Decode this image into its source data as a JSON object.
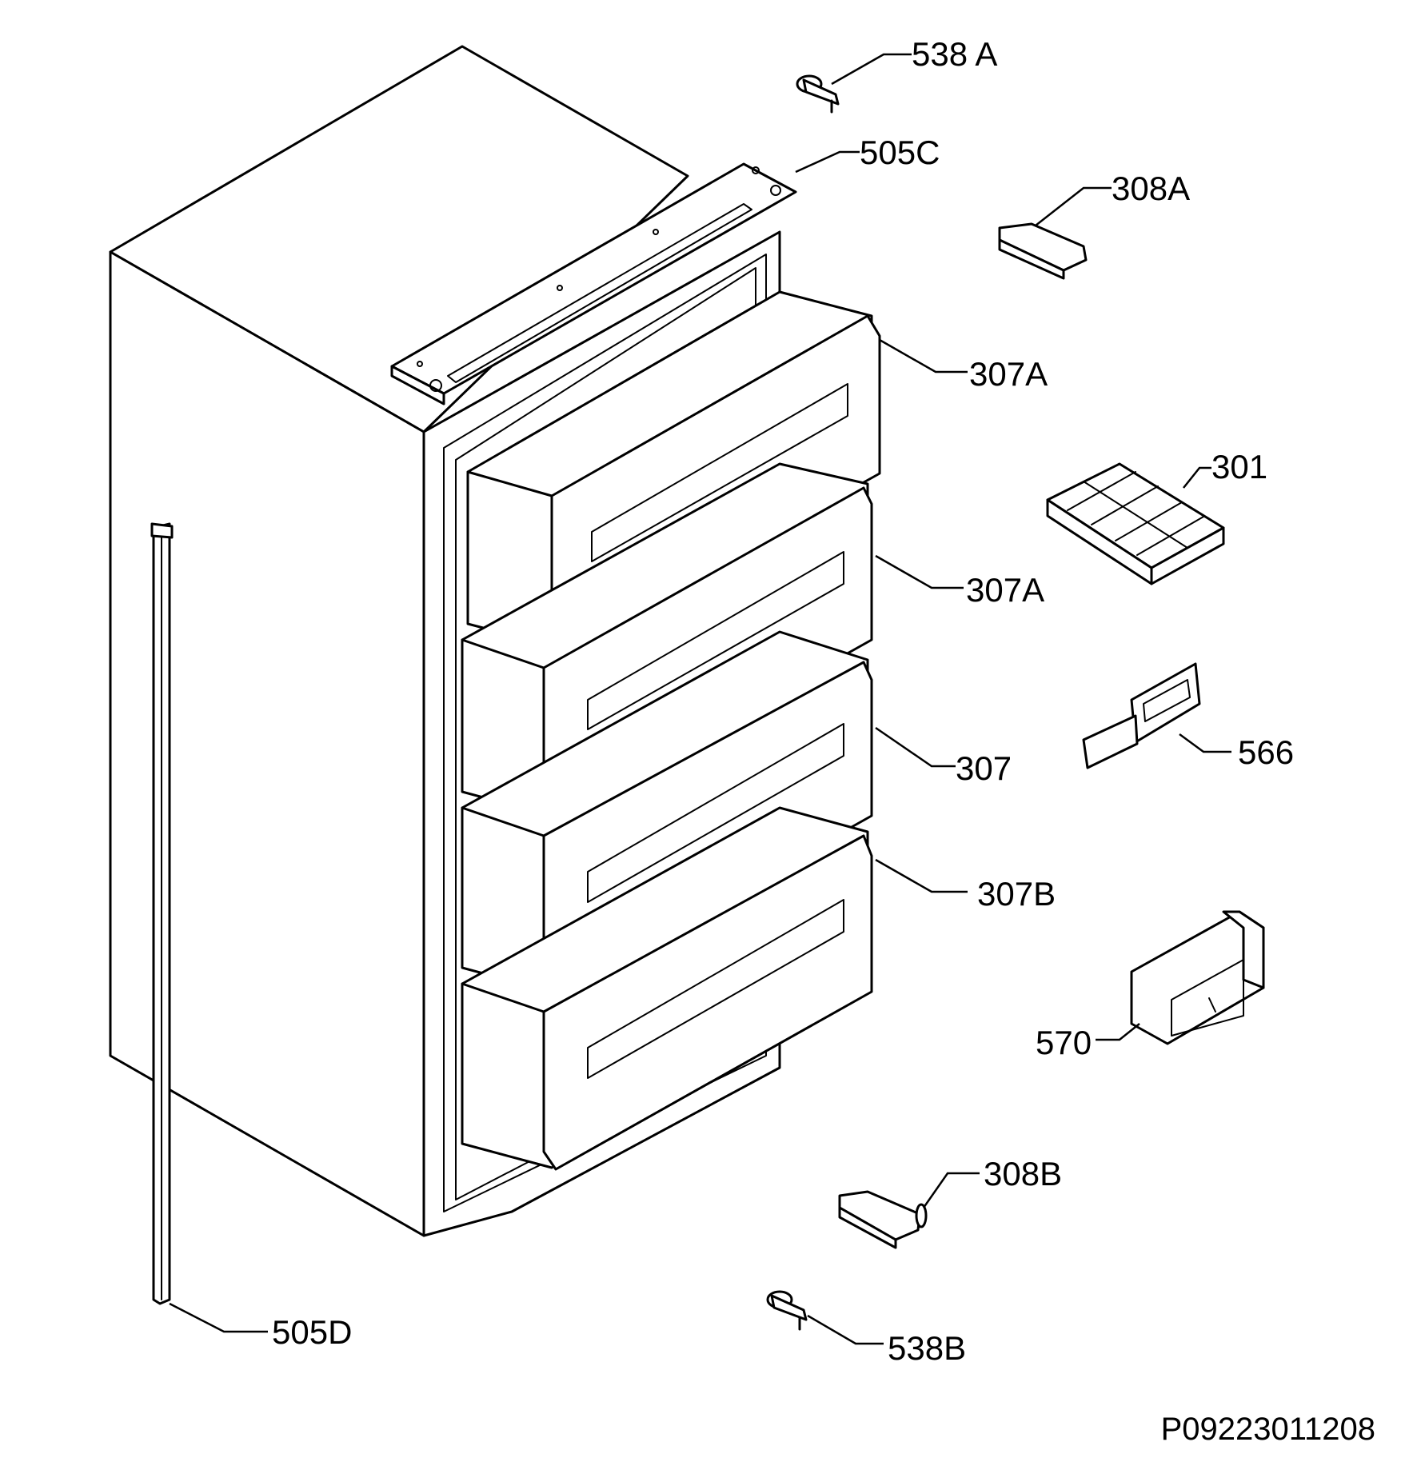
{
  "labels": {
    "p538a": "538 A",
    "p505c": "505C",
    "p308a": "308A",
    "p307a_1": "307A",
    "p301": "301",
    "p307a_2": "307A",
    "p566": "566",
    "p307": "307",
    "p307b": "307B",
    "p570": "570",
    "p308b": "308B",
    "p505d": "505D",
    "p538b": "538B"
  },
  "drawing_code": "P09223011208"
}
